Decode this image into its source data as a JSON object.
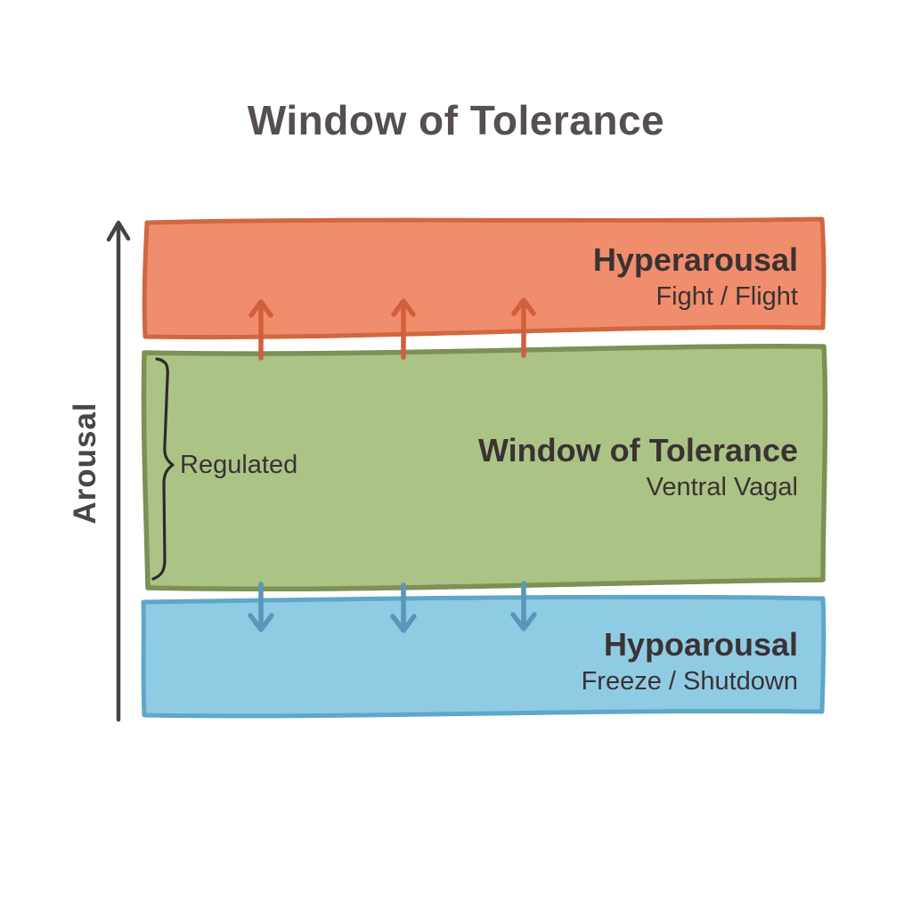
{
  "title": "Window of Tolerance",
  "axis": {
    "label": "Arousal"
  },
  "bands": [
    {
      "id": "hyperarousal",
      "label": "Hyperarousal",
      "sublabel": "Fight / Flight",
      "fill": "#f08d6d",
      "border": "#d2673f"
    },
    {
      "id": "window-of-tolerance",
      "label": "Window of Tolerance",
      "sublabel": "Ventral Vagal",
      "fill": "#abc385",
      "border": "#7d9055",
      "annotation": "Regulated"
    },
    {
      "id": "hypoarousal",
      "label": "Hypoarousal",
      "sublabel": "Freeze / Shutdown",
      "fill": "#90cbe4",
      "border": "#5ea7c9"
    }
  ],
  "arrows": {
    "up_color": "#d0603c",
    "down_color": "#5897ba",
    "axis_color": "#474344",
    "brace_color": "#2e2a2b"
  }
}
